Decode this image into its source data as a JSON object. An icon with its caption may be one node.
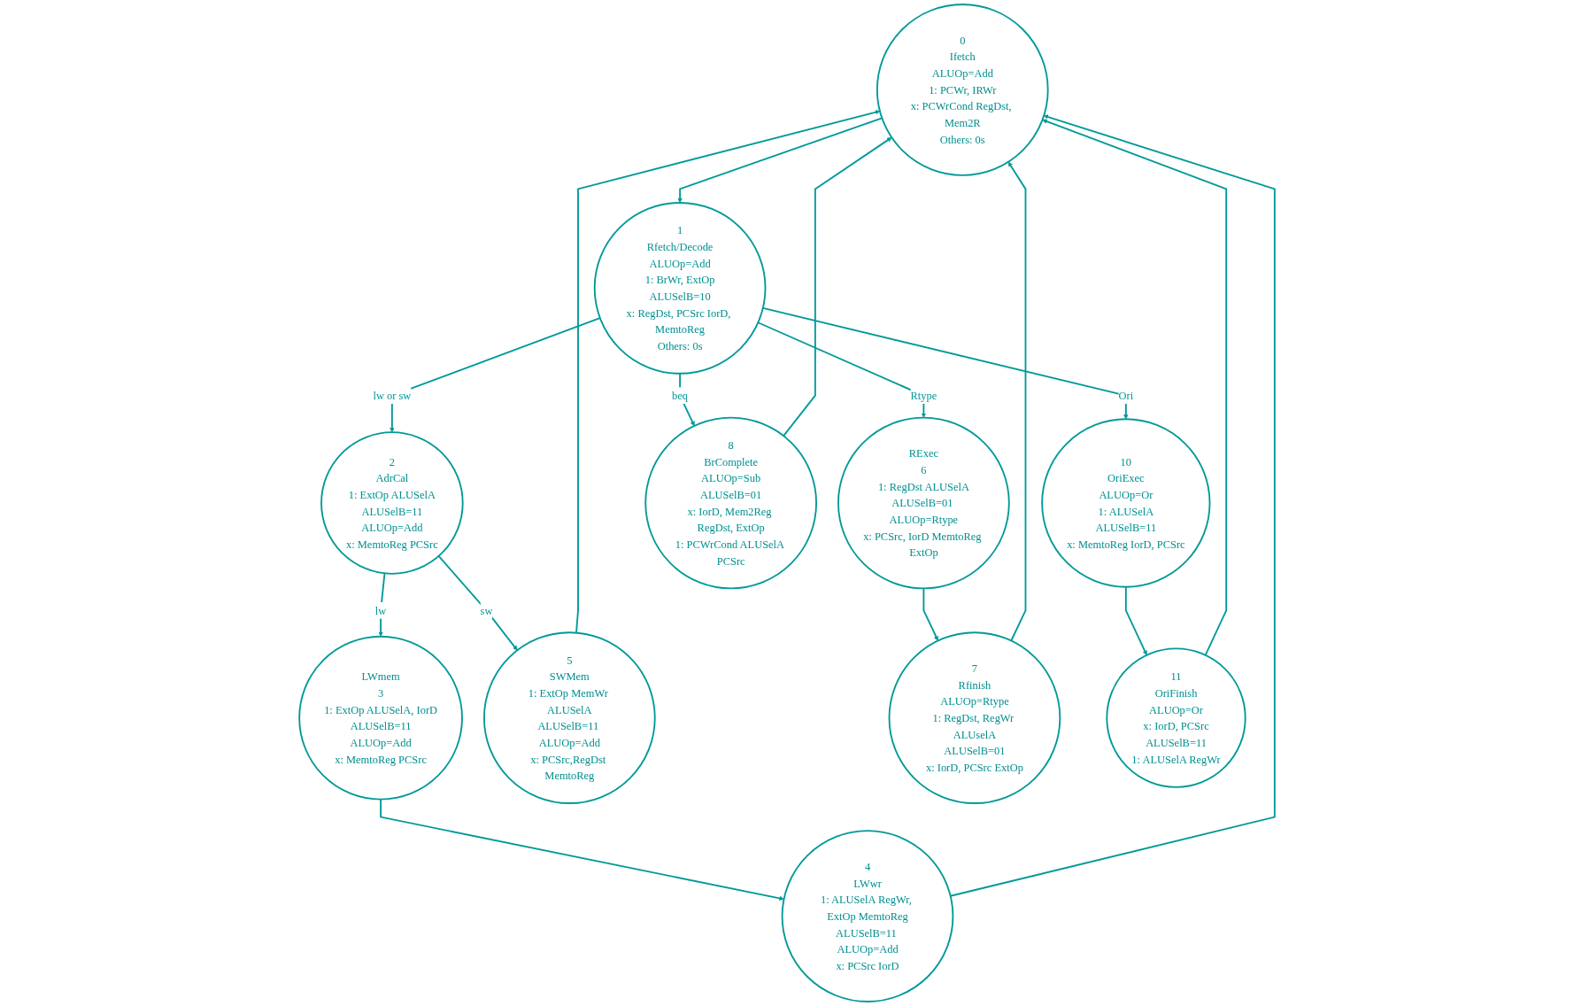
{
  "diagram": {
    "nodes": [
      {
        "text": [
          "0",
          "Ifetch",
          "ALUOp=Add",
          "1: PCWr, IRWr",
          "x: PCWrCond RegDst, Mem2R",
          "Others: 0s"
        ]
      },
      {
        "text": [
          "1",
          "Rfetch/Decode",
          "ALUOp=Add",
          "1: BrWr, ExtOp",
          "ALUSelB=10",
          "x: RegDst, PCSrc IorD, MemtoReg",
          "Others: 0s"
        ]
      },
      {
        "text": [
          "2",
          "AdrCal",
          "1: ExtOp ALUSelA",
          "ALUSelB=11",
          "ALUOp=Add",
          "x: MemtoReg PCSrc"
        ]
      },
      {
        "text": [
          "LWmem",
          "3",
          "1: ExtOp ALUSelA, IorD",
          "ALUSelB=11",
          "ALUOp=Add",
          "x: MemtoReg PCSrc"
        ]
      },
      {
        "text": [
          "4",
          "LWwr",
          "1: ALUSelA RegWr, ExtOp MemtoReg",
          "ALUSelB=11 ALUOp=Add",
          "x: PCSrc IorD"
        ]
      },
      {
        "text": [
          "5",
          "SWMem",
          "1: ExtOp MemWr ALUSelA",
          "ALUSelB=11 ALUOp=Add",
          "x: PCSrc,RegDst MemtoReg"
        ]
      },
      {
        "text": [
          "RExec",
          "6",
          "1: RegDst ALUSelA",
          "ALUSelB=01 ALUOp=Rtype",
          "x: PCSrc, IorD MemtoReg ExtOp"
        ]
      },
      {
        "text": [
          "7",
          "Rfinish",
          "ALUOp=Rtype",
          "1: RegDst, RegWr ALUselA",
          "ALUSelB=01",
          "x: IorD, PCSrc ExtOp"
        ]
      },
      {
        "text": [
          "8",
          "BrComplete",
          "ALUOp=Sub",
          "ALUSelB=01",
          "x: IorD, Mem2Reg RegDst, ExtOp",
          "1: PCWrCond ALUSelA PCSrc"
        ]
      },
      {
        "text": [
          "10",
          "OriExec",
          "ALUOp=Or",
          "1: ALUSelA",
          "ALUSelB=11",
          "x: MemtoReg IorD, PCSrc"
        ]
      },
      {
        "text": [
          "11",
          "OriFinish",
          "ALUOp=Or",
          "x: IorD, PCSrc",
          "ALUSelB=11",
          "1: ALUSelA RegWr"
        ]
      }
    ],
    "edges": [
      {
        "from": 0,
        "to": 1,
        "arrow": "to"
      },
      {
        "from": 1,
        "to": 2,
        "arrow": "to",
        "label": "lw or sw"
      },
      {
        "from": 1,
        "to": 8,
        "arrow": "to",
        "label": "beq"
      },
      {
        "from": 1,
        "to": 6,
        "arrow": "to",
        "label": "Rtype"
      },
      {
        "from": 1,
        "to": 9,
        "arrow": "to",
        "label": "Ori"
      },
      {
        "from": 2,
        "to": 3,
        "arrow": "to",
        "label": "lw"
      },
      {
        "from": 2,
        "to": 5,
        "arrow": "to",
        "label": "sw"
      },
      {
        "from": 3,
        "to": 4,
        "arrow": "to"
      },
      {
        "from": 6,
        "to": 7,
        "arrow": "to"
      },
      {
        "from": 9,
        "to": 10,
        "arrow": "to"
      },
      {
        "from": 8,
        "to": 0,
        "arrow": "to"
      },
      {
        "from": 4,
        "to": 0,
        "arrow": "to"
      },
      {
        "from": 5,
        "to": 0,
        "arrow": "to"
      },
      {
        "from": 7,
        "to": 0,
        "arrow": "to"
      },
      {
        "from": 10,
        "to": 0,
        "arrow": "to"
      }
    ]
  }
}
